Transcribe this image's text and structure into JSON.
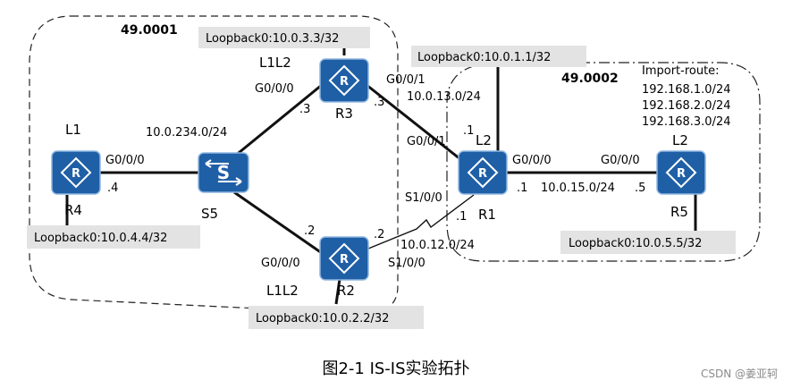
{
  "areas": {
    "left": "49.0001",
    "right": "49.0002"
  },
  "routers": {
    "r4": {
      "name": "R4",
      "level": "L1",
      "if": "G0/0/0",
      "ip": ".4",
      "loopback": "Loopback0:10.0.4.4/32"
    },
    "r3": {
      "name": "R3",
      "level": "L1L2",
      "if": "G0/0/0",
      "ip_left": ".3",
      "ip_right": ".3",
      "if_right": "G0/0/1",
      "loopback": "Loopback0:10.0.3.3/32"
    },
    "r2": {
      "name": "R2",
      "level": "L1L2",
      "if": "G0/0/0",
      "ip_left": ".2",
      "ip_right": ".2",
      "if_right": "S1/0/0",
      "loopback": "Loopback0:10.0.2.2/32"
    },
    "r1": {
      "name": "R1",
      "level": "L2",
      "if_up": "G0/0/1",
      "ip_up": ".1",
      "if_down": "S1/0/0",
      "ip_down": ".1",
      "if_right": "G0/0/0",
      "ip_right": ".1",
      "loopback": "Loopback0:10.0.1.1/32"
    },
    "r5": {
      "name": "R5",
      "level": "L2",
      "if": "G0/0/0",
      "ip": ".5",
      "loopback": "Loopback0:10.0.5.5/32"
    },
    "s5": {
      "name": "S5",
      "glyph": "S"
    }
  },
  "networks": {
    "n234": "10.0.234.0/24",
    "n13": "10.0.13.0/24",
    "n12": "10.0.12.0/24",
    "n15": "10.0.15.0/24"
  },
  "import_route": {
    "title": "Import-route:",
    "routes": [
      "192.168.1.0/24",
      "192.168.2.0/24",
      "192.168.3.0/24"
    ]
  },
  "router_glyph": "R",
  "caption": "图2-1 IS-IS实验拓扑",
  "watermark": "CSDN @姜亚轲",
  "colors": {
    "router": "#1f5fa6",
    "router_border": "#8fb5e0",
    "loopback_bg": "#e3e3e3"
  },
  "icons": [
    "router-icon",
    "switch-icon"
  ]
}
